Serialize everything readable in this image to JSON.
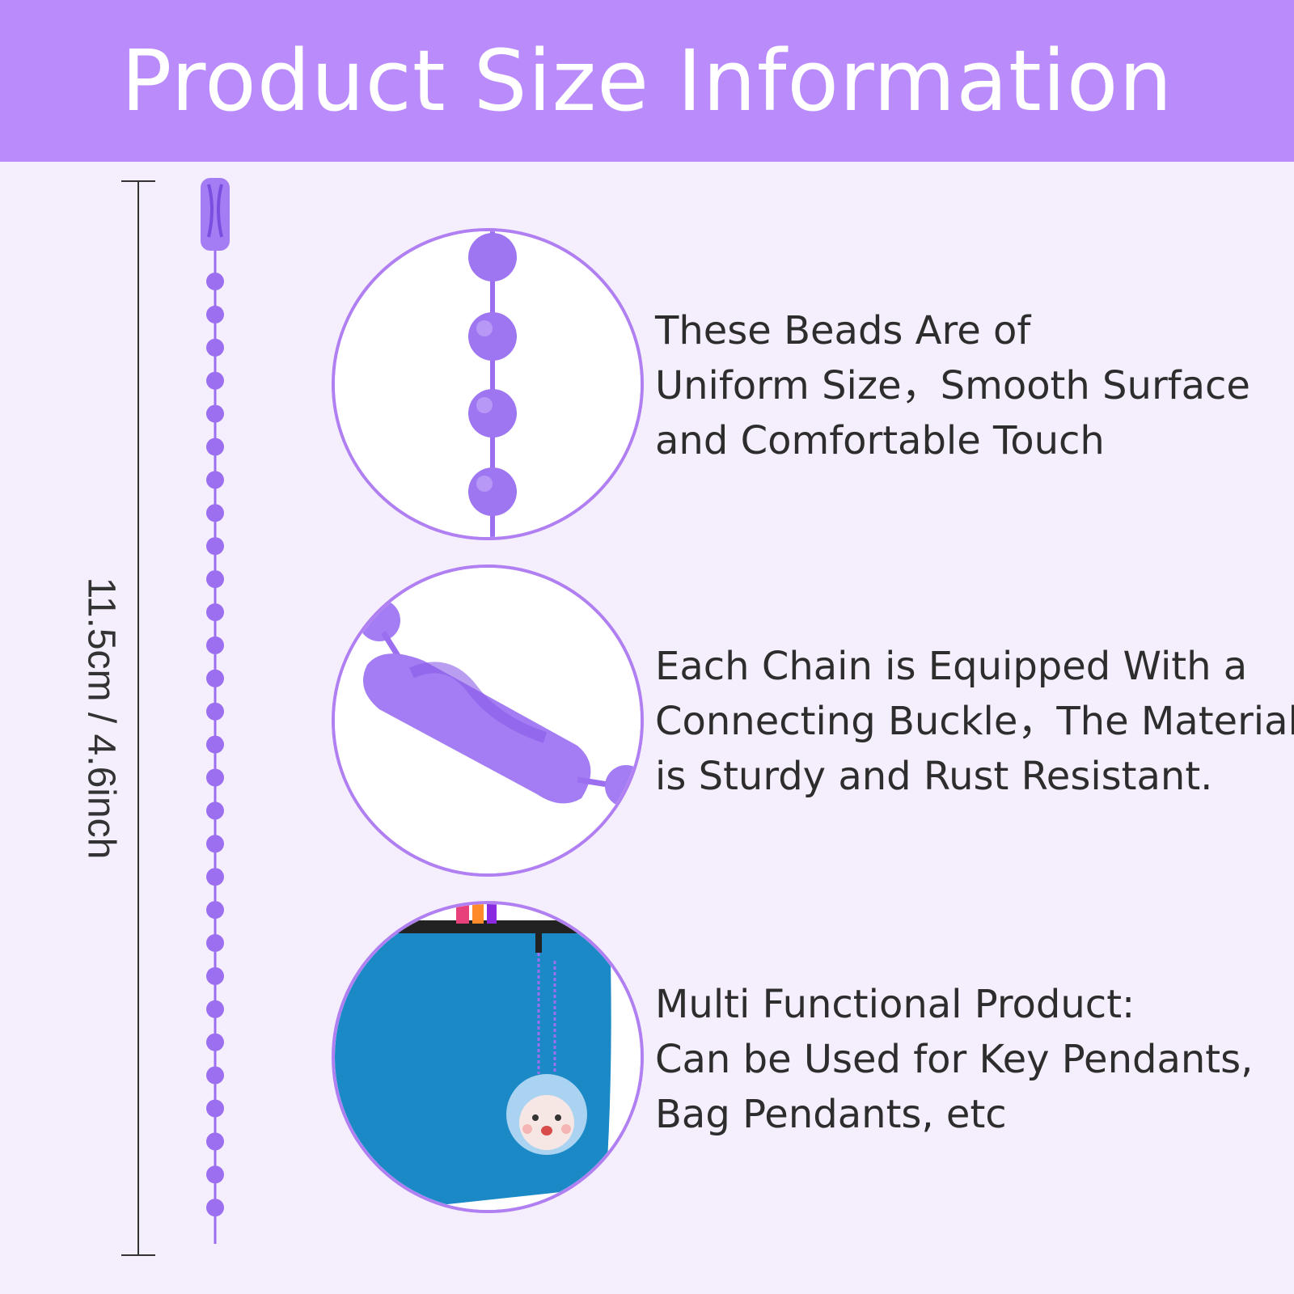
{
  "header": {
    "title": "Product Size Information"
  },
  "dimension": {
    "label": "11.5cm / 4.6inch"
  },
  "features": [
    {
      "lines": [
        "These Beads Are of",
        "Uniform Size，Smooth Surface",
        "and Comfortable Touch"
      ]
    },
    {
      "lines": [
        "Each Chain is Equipped With a",
        "Connecting Buckle，The Material",
        "is Sturdy and Rust Resistant."
      ]
    },
    {
      "lines": [
        "Multi Functional Product:",
        "Can be Used for Key Pendants,",
        "Bag Pendants, etc"
      ]
    }
  ],
  "colors": {
    "header_bg": "#b98bfb",
    "page_bg": "#f5eefc",
    "bead": "#9b6ff0",
    "circle_border": "#b07ff2",
    "bag": "#1a89c6"
  }
}
